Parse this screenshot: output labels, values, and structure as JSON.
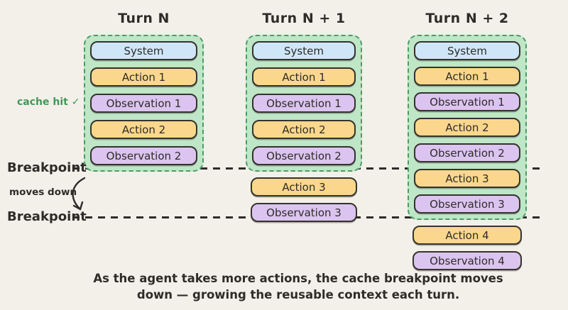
{
  "figure": {
    "columns": [
      {
        "title": "Turn N",
        "cached": [
          {
            "label": "System",
            "type": "system"
          },
          {
            "label": "Action 1",
            "type": "action"
          },
          {
            "label": "Observation 1",
            "type": "observation"
          },
          {
            "label": "Action 2",
            "type": "action"
          },
          {
            "label": "Observation 2",
            "type": "observation"
          }
        ],
        "post": []
      },
      {
        "title": "Turn N + 1",
        "cached": [
          {
            "label": "System",
            "type": "system"
          },
          {
            "label": "Action 1",
            "type": "action"
          },
          {
            "label": "Observation 1",
            "type": "observation"
          },
          {
            "label": "Action 2",
            "type": "action"
          },
          {
            "label": "Observation 2",
            "type": "observation"
          }
        ],
        "post": [
          {
            "label": "Action 3",
            "type": "action"
          },
          {
            "label": "Observation 3",
            "type": "observation"
          }
        ]
      },
      {
        "title": "Turn N + 2",
        "cached": [
          {
            "label": "System",
            "type": "system"
          },
          {
            "label": "Action 1",
            "type": "action"
          },
          {
            "label": "Observation 1",
            "type": "observation"
          },
          {
            "label": "Action 2",
            "type": "action"
          },
          {
            "label": "Observation 2",
            "type": "observation"
          },
          {
            "label": "Action 3",
            "type": "action"
          },
          {
            "label": "Observation 3",
            "type": "observation"
          }
        ],
        "post": [
          {
            "label": "Action 4",
            "type": "action"
          },
          {
            "label": "Observation 4",
            "type": "observation"
          }
        ]
      }
    ],
    "annotations": {
      "cache_hit": "cache hit ✓",
      "breakpoint_top": "Breakpoint",
      "moves_down": "moves down",
      "breakpoint_bottom": "Breakpoint"
    },
    "caption_line1": "As the agent takes more actions, the cache breakpoint moves",
    "caption_line2": "down — growing the reusable context each turn.",
    "colors": {
      "background": "#f3f0ea",
      "ink": "#2e2c27",
      "system_fill": "#cfe6f9",
      "action_fill": "#fad78c",
      "observation_fill": "#dcc4f0",
      "cache_fill": "#bee6c7",
      "cache_border": "#4d9b63",
      "cache_hit_text": "#43985a"
    }
  }
}
